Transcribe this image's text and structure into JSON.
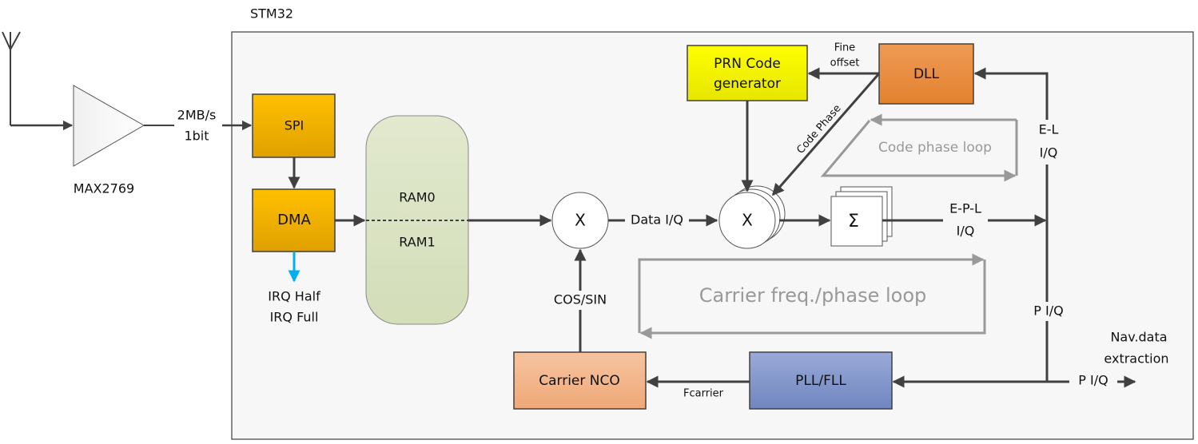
{
  "container_label": "STM32",
  "amplifier_label": "MAX2769",
  "link_label": [
    "2MB/s",
    "1bit"
  ],
  "blocks": {
    "spi": "SPI",
    "dma": "DMA",
    "ram0": "RAM0",
    "ram1": "RAM1",
    "prn": [
      "PRN Code",
      "generator"
    ],
    "dll": "DLL",
    "pll": "PLL/FLL",
    "nco": "Carrier NCO",
    "mixer": "X",
    "code_mixer": "X",
    "integrator": "Σ"
  },
  "labels": {
    "irq": [
      "IRQ Half",
      "IRQ Full"
    ],
    "data_iq": "Data I/Q",
    "fine_offset": [
      "Fine",
      "offset"
    ],
    "code_phase": "Code Phase",
    "code_loop": "Code phase loop",
    "epl": [
      "E-P-L",
      "I/Q"
    ],
    "el": [
      "E-L",
      "I/Q"
    ],
    "piq": "P I/Q",
    "piq_out": "P I/Q",
    "nav": [
      "Nav.data",
      "extraction"
    ],
    "cos_sin": "COS/SIN",
    "fcarrier": "Fcarrier",
    "carrier_loop": "Carrier freq./phase loop"
  },
  "colors": {
    "spi_dma": "#F5B400",
    "prn": "#F0F000",
    "dll": "#E8893A",
    "pll": "#8094C8",
    "nco": "#F2B48A",
    "ram": "#D9E2C4",
    "irq_arrow": "#00B0F0"
  }
}
